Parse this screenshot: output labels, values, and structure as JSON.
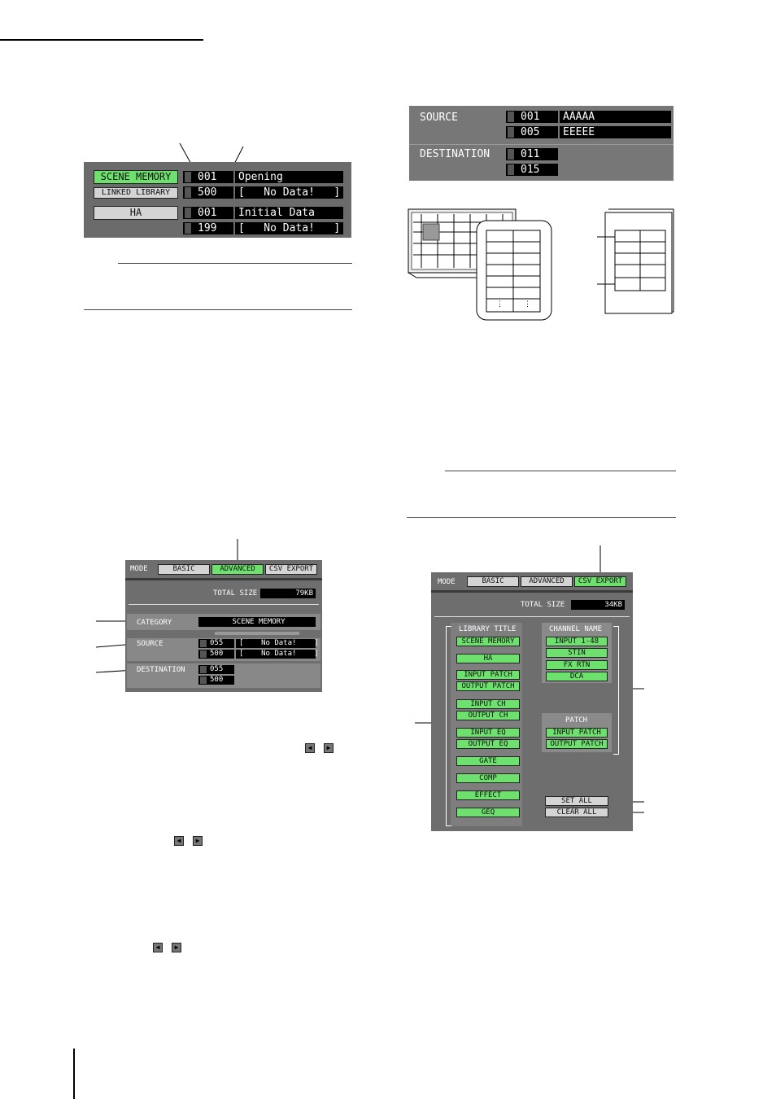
{
  "fig1": {
    "scene_memory_btn": "SCENE MEMORY",
    "linked_library_btn": "LINKED LIBRARY",
    "ha_btn": "HA",
    "row1_num": "001",
    "row1_name": "Opening",
    "row2_num": "500",
    "row2_name": "[   No Data!   ]",
    "row3_num": "001",
    "row3_name": "Initial Data",
    "row4_num": "199",
    "row4_name": "[   No Data!   ]"
  },
  "fig2": {
    "source_label": "SOURCE",
    "destination_label": "DESTINATION",
    "src1_num": "001",
    "src1_name": "AAAAA",
    "src2_num": "005",
    "src2_name": "EEEEE",
    "dst1_num": "011",
    "dst2_num": "015",
    "table_dots": "⋮"
  },
  "fig3": {
    "mode_label": "MODE",
    "tab_basic": "BASIC",
    "tab_advanced": "ADVANCED",
    "tab_csv": "CSV EXPORT",
    "total_size_label": "TOTAL SIZE",
    "total_size_value": "79KB",
    "category_label": "CATEGORY",
    "category_value": "SCENE MEMORY",
    "source_label": "SOURCE",
    "src1_num": "055",
    "src1_name": "[    No Data!    ]",
    "src2_num": "500",
    "src2_name": "[    No Data!    ]",
    "destination_label": "DESTINATION",
    "dst1_num": "055",
    "dst2_num": "500"
  },
  "fig4": {
    "mode_label": "MODE",
    "tab_basic": "BASIC",
    "tab_advanced": "ADVANCED",
    "tab_csv": "CSV EXPORT",
    "total_size_label": "TOTAL SIZE",
    "total_size_value": "34KB",
    "library_title": "LIBRARY TITLE",
    "library_items": [
      "SCENE MEMORY",
      "HA",
      "INPUT PATCH",
      "OUTPUT PATCH",
      "INPUT CH",
      "OUTPUT CH",
      "INPUT EQ",
      "OUTPUT EQ",
      "GATE",
      "COMP",
      "EFFECT",
      "GEQ"
    ],
    "channel_name_title": "CHANNEL NAME",
    "channel_items": [
      "INPUT 1-48",
      "STIN",
      "FX RTN",
      "DCA"
    ],
    "patch_title": "PATCH",
    "patch_items": [
      "INPUT PATCH",
      "OUTPUT PATCH"
    ],
    "set_all": "SET ALL",
    "clear_all": "CLEAR ALL"
  },
  "colors": {
    "panel": "#6b6b6b",
    "green": "#6ee06e",
    "lcd": "#000000"
  }
}
